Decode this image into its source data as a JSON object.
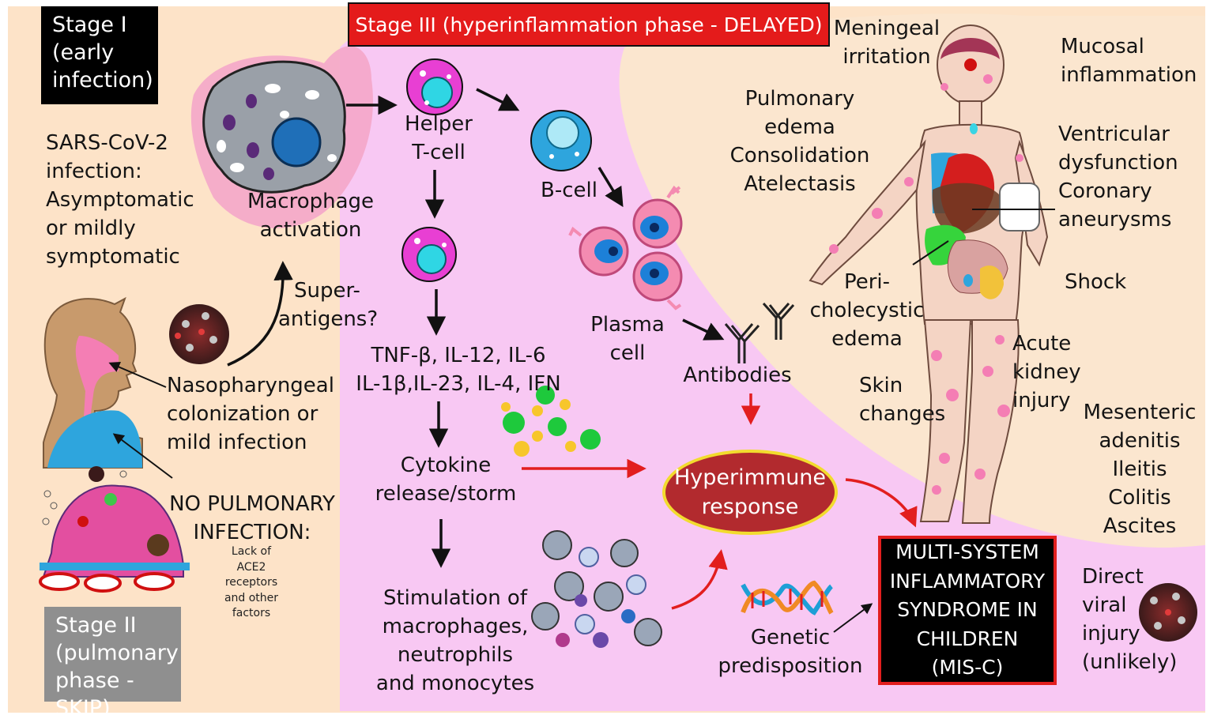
{
  "colors": {
    "stage1_bg": "#fde3c8",
    "stage3_bg": "#f7c9f2",
    "body_skin": "#f4d4c4",
    "red": "#e21e1e",
    "hyper_fill": "#b22a2e",
    "hyper_border": "#f2dc2e"
  },
  "stage1": {
    "label": "Stage I\n(early\ninfection)"
  },
  "stage2": {
    "label": "Stage II\n(pulmonary\nphase - SKIP)"
  },
  "stage3": {
    "label": "Stage III (hyperinflammation phase - DELAYED)"
  },
  "left": {
    "infection": "SARS-CoV-2\ninfection:\nAsymptomatic\nor mildly\nsymptomatic",
    "superantigens": "Super-\nantigens?",
    "nasopharyngeal": "Nasopharyngeal\ncolonization or\nmild infection",
    "no_pulmonary": "NO PULMONARY\nINFECTION:",
    "no_pulmonary_detail": "Lack of\nACE2\nreceptors\nand other\nfactors"
  },
  "cascade": {
    "macrophage": "Macrophage\nactivation",
    "helper": "Helper\nT-cell",
    "bcell": "B-cell",
    "plasma": "Plasma\ncell",
    "antibodies": "Antibodies",
    "cytokines": "TNF-β, IL-12, IL-6\nIL-1β,IL-23, IL-4, IFN",
    "cytokine_release": "Cytokine\nrelease/storm",
    "stimulation": "Stimulation of\nmacrophages,\nneutrophils\nand monocytes",
    "hyperimmune": "Hyperimmune\nresponse",
    "genetic": "Genetic\npredisposition",
    "misc": "MULTI-SYSTEM\nINFLAMMATORY\nSYNDROME IN\nCHILDREN\n(MIS-C)"
  },
  "organs": {
    "meningeal": "Meningeal\nirritation",
    "mucosal": "Mucosal\ninflammation",
    "pulmonary": "Pulmonary\nedema\nConsolidation\nAtelectasis",
    "ventricular": "Ventricular\ndysfunction\nCoronary\naneurysms",
    "shock": "Shock",
    "pericholecystic": "Peri-\ncholecystic\nedema",
    "skin": "Skin\nchanges",
    "kidney": "Acute\nkidney\ninjury",
    "mesenteric": "Mesenteric\nadenitis\nIleitis\nColitis\nAscites",
    "direct_viral": "Direct\nviral\ninjury\n(unlikely)"
  }
}
